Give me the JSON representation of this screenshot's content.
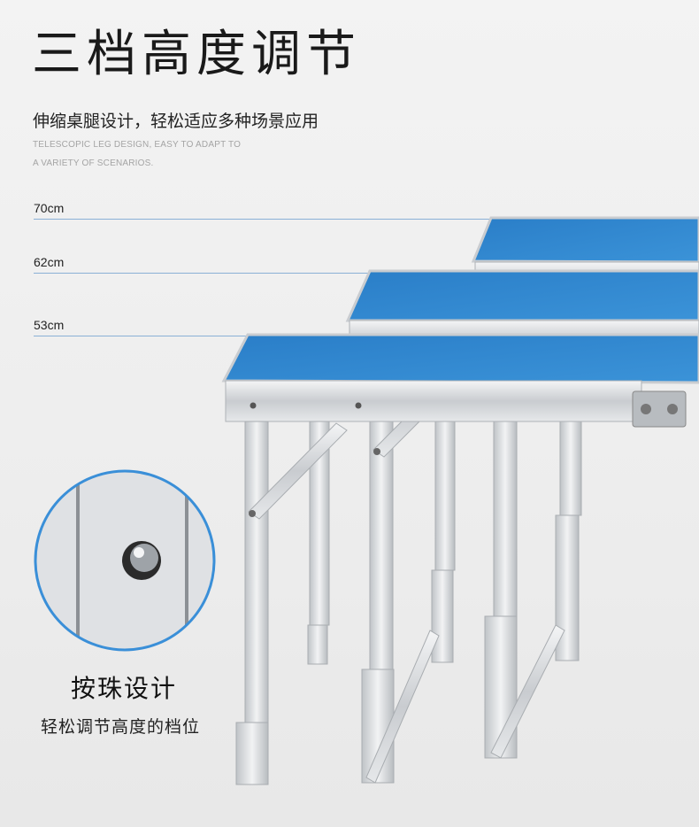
{
  "header": {
    "title": "三档高度调节",
    "subtitle": "伸缩桌腿设计，轻松适应多种场景应用",
    "english_line1": "TELESCOPIC LEG DESIGN, EASY TO ADAPT TO",
    "english_line2": "A VARIETY OF SCENARIOS."
  },
  "heights": [
    {
      "label": "70cm"
    },
    {
      "label": "62cm"
    },
    {
      "label": "53cm"
    }
  ],
  "detail": {
    "title": "按珠设计",
    "subtitle": "轻松调节高度的档位"
  },
  "colors": {
    "accent": "#2f7fc4",
    "tabletop": "#2d82c8",
    "aluminum": "#d9dcdf",
    "circle_border": "#3a8fd8"
  }
}
